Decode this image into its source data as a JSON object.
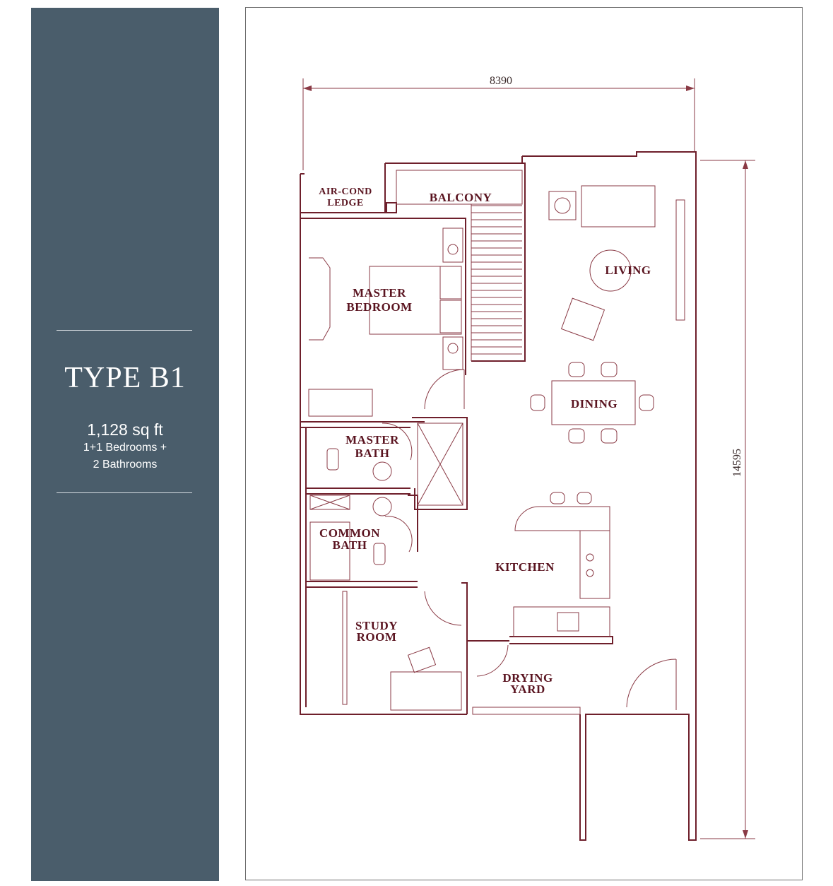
{
  "unit": {
    "type": "TYPE B1",
    "area": "1,128 sq ft",
    "rooms_line1": "1+1 Bedrooms +",
    "rooms_line2": "2 Bathrooms"
  },
  "plan": {
    "dimensions": {
      "width": "8390",
      "depth": "14595"
    },
    "rooms": {
      "aircond_line1": "AIR-COND",
      "aircond_line2": "LEDGE",
      "balcony": "BALCONY",
      "living": "LIVING",
      "master_bedroom_line1": "MASTER",
      "master_bedroom_line2": "BEDROOM",
      "dining": "DINING",
      "master_bath_line1": "MASTER",
      "master_bath_line2": "BATH",
      "common_bath_line1": "COMMON",
      "common_bath_line2": "BATH",
      "kitchen": "KITCHEN",
      "study_line1": "STUDY",
      "study_line2": "ROOM",
      "drying_line1": "DRYING",
      "drying_line2": "YARD"
    },
    "colors": {
      "wall": "#6e1f2b",
      "label": "#5a1420",
      "panel": "#4a5d6b"
    }
  }
}
